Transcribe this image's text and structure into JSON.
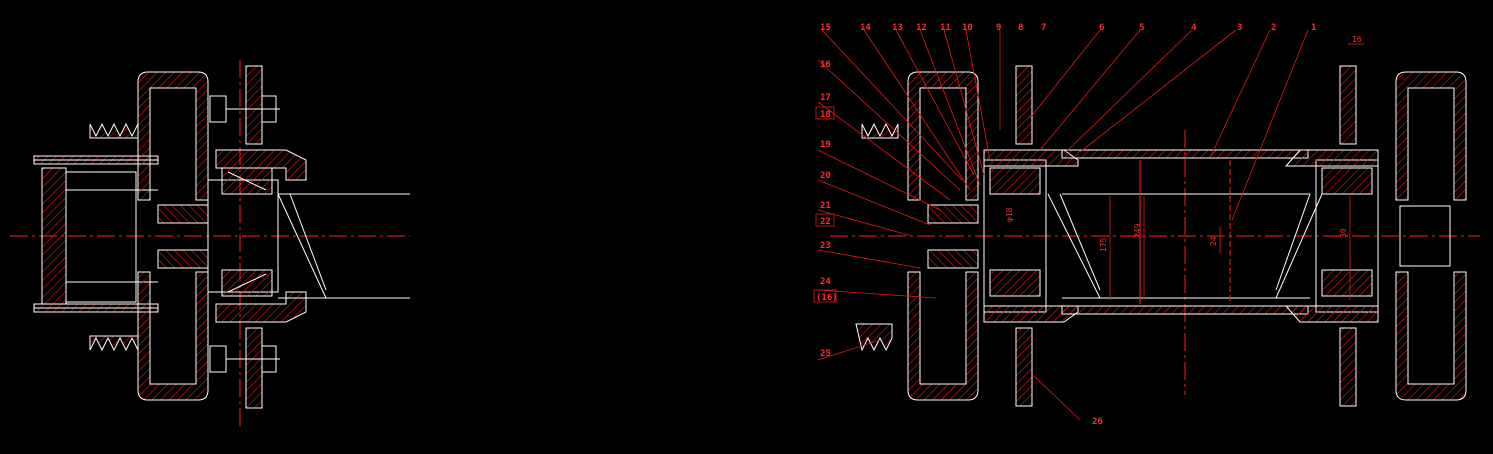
{
  "colors": {
    "background": "#000000",
    "part": "#ffffff",
    "section": "#e01818",
    "centerline": "#ff2020"
  },
  "drawing": {
    "part_numbers": {
      "p1": "1",
      "p2": "2",
      "p3": "3",
      "p4": "4",
      "p5": "5",
      "p6": "6",
      "p7": "7",
      "p8": "8",
      "p9": "9",
      "p10": "10",
      "p11": "11",
      "p12": "12",
      "p13": "13",
      "p14": "14",
      "p15": "15",
      "p16": "16",
      "p17": "17",
      "p18": "18",
      "p19": "19",
      "p20": "20",
      "p21": "21",
      "p22": "22",
      "p23": "23",
      "p24": "24",
      "p24b": "(16)",
      "p25": "25",
      "p26": "26"
    },
    "dimensions": {
      "d_top": "16",
      "d_bore": "φ18",
      "d_175": "175",
      "d_249": "249",
      "d_24": "24",
      "d_30": "30"
    }
  }
}
